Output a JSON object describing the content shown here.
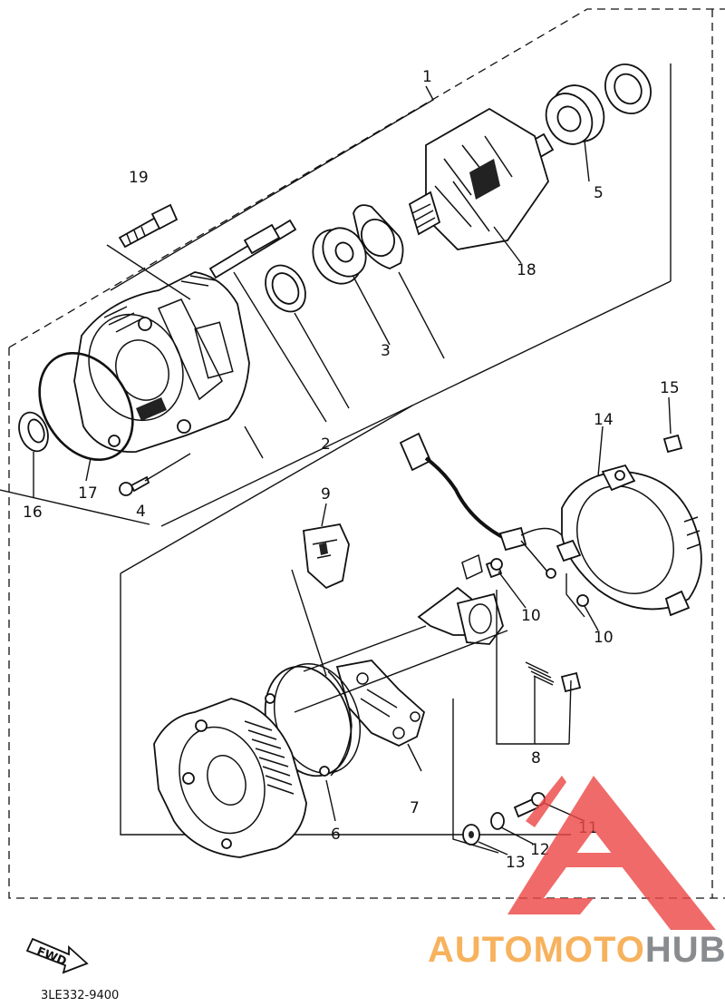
{
  "diagram": {
    "callouts": {
      "c1": "1",
      "c2": "2",
      "c3": "3",
      "c4": "4",
      "c5": "5",
      "c6": "6",
      "c7": "7",
      "c8": "8",
      "c9": "9",
      "c10a": "10",
      "c10b": "10",
      "c11": "11",
      "c12": "12",
      "c13": "13",
      "c14": "14",
      "c15": "15",
      "c16": "16",
      "c17": "17",
      "c18": "18",
      "c19": "19"
    },
    "fwd_label": "FWD",
    "part_code": "3LE332-9400"
  },
  "watermark": {
    "part1": "AUTOMOTO",
    "part2": "HUB",
    "color1": "#f6a23a",
    "color2": "#6e7377",
    "logo_color": "#ec4a48"
  }
}
